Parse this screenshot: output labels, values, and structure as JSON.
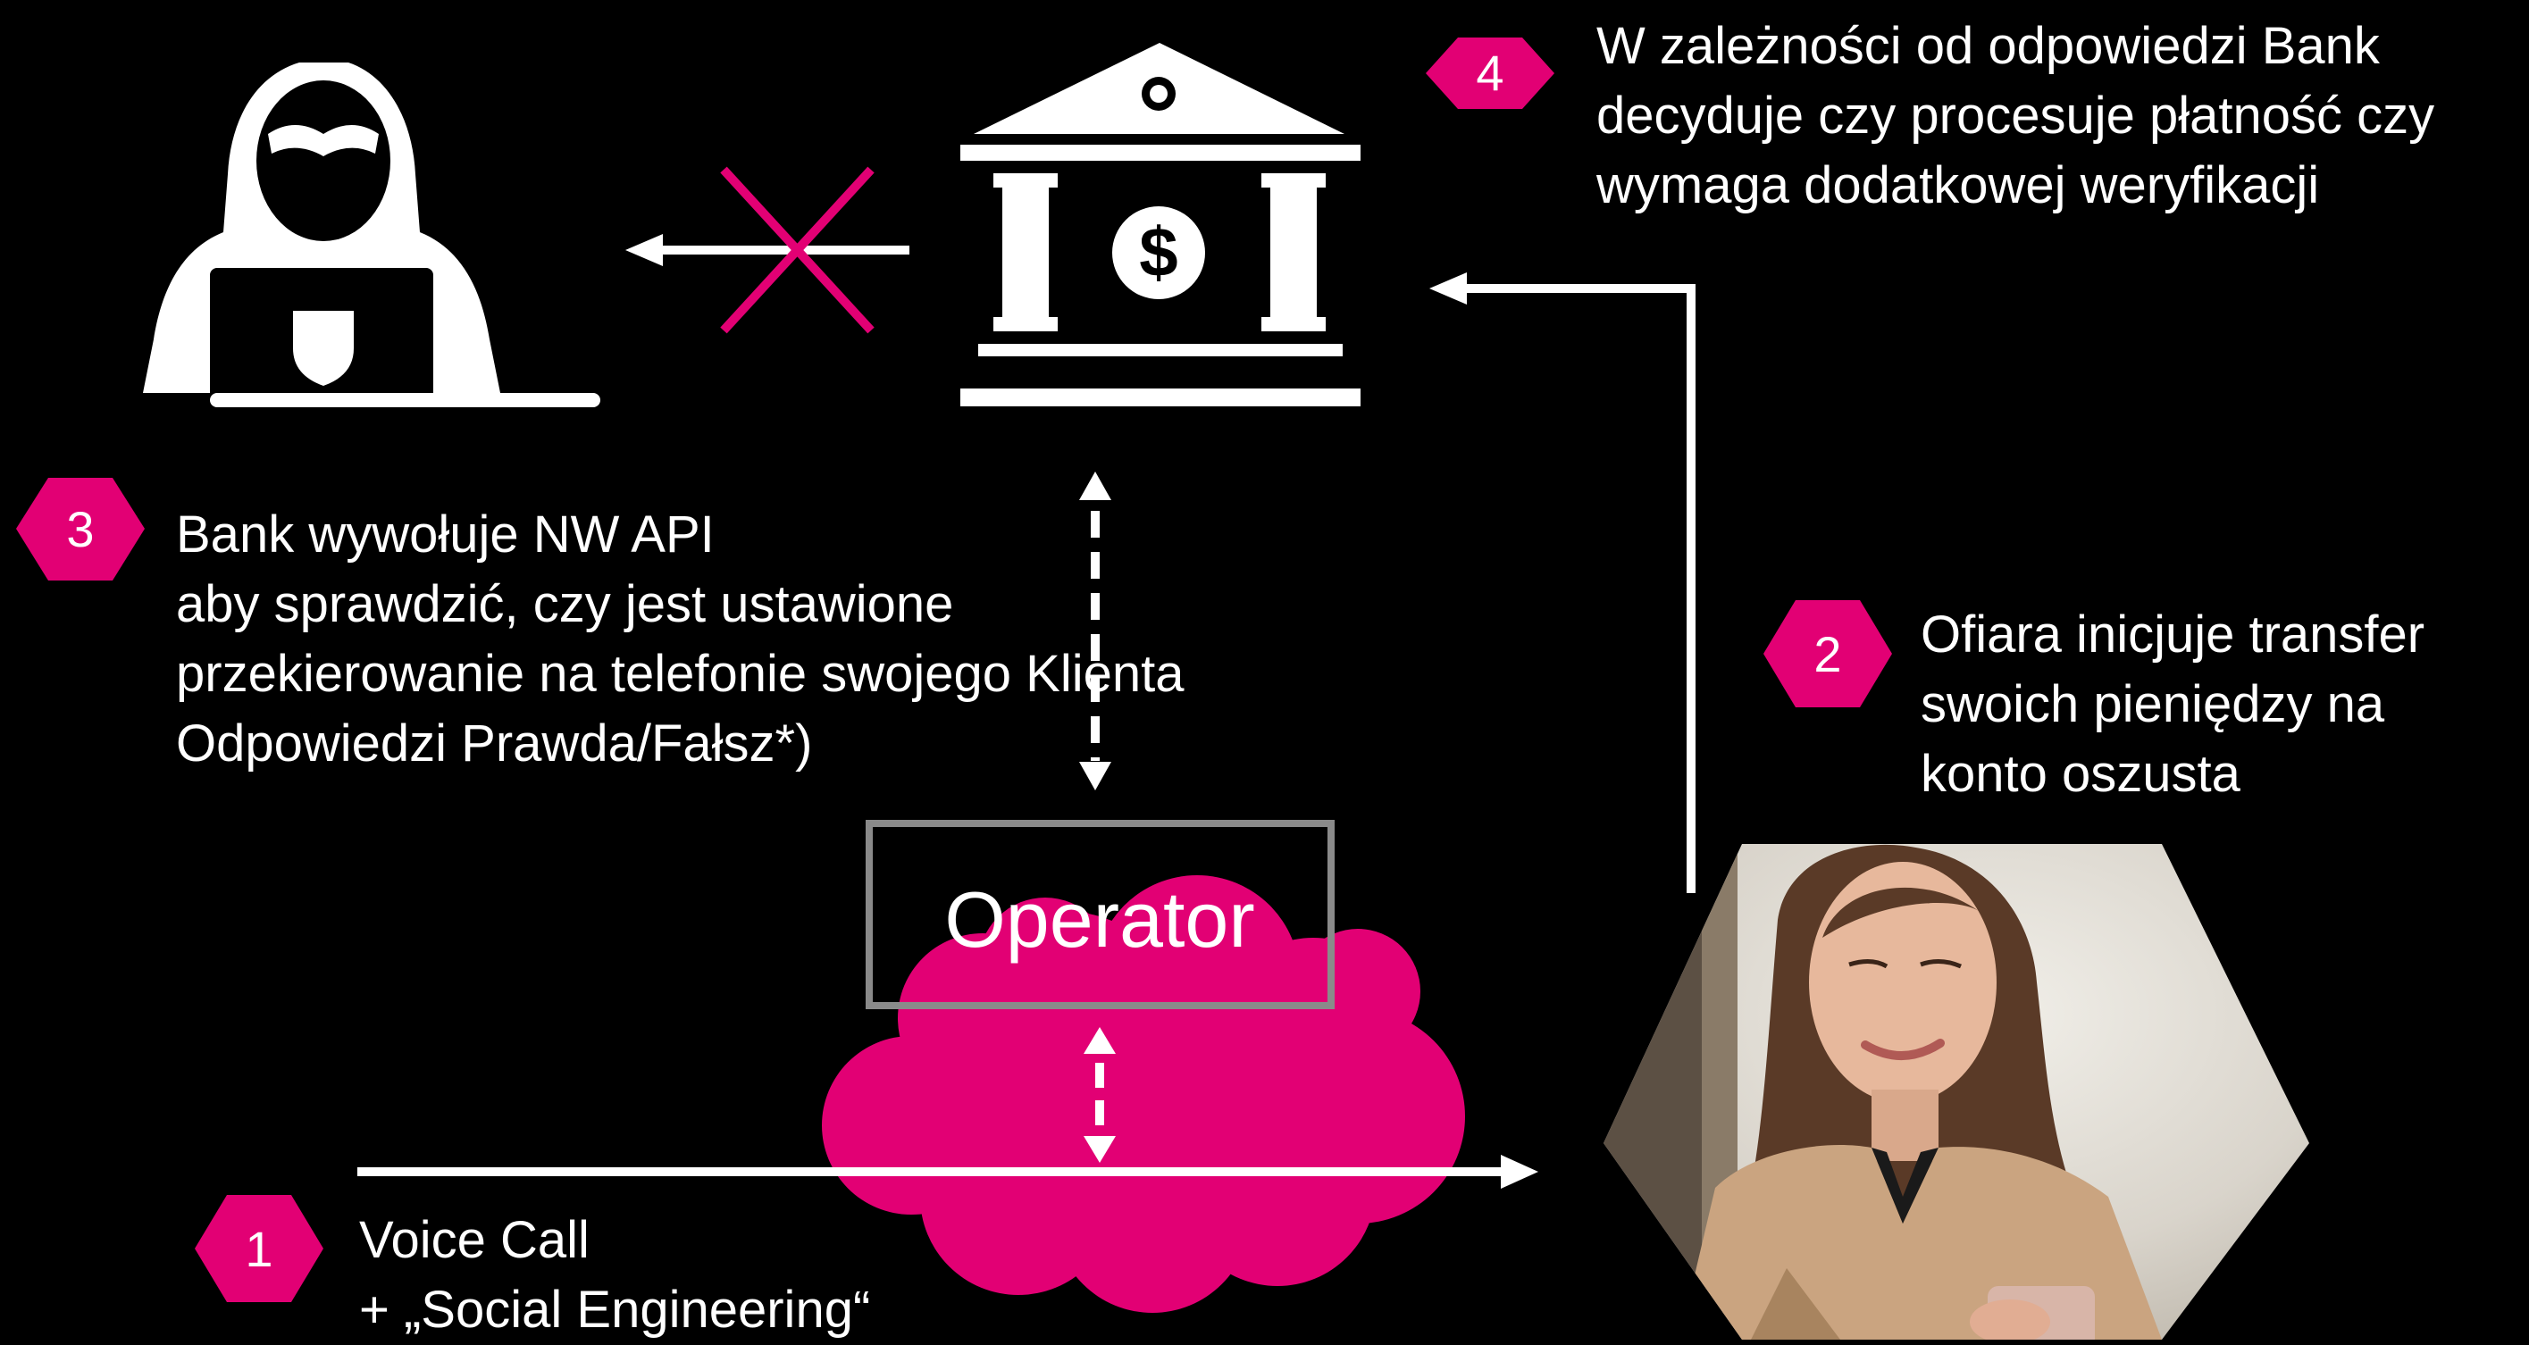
{
  "colors": {
    "background": "#000000",
    "accent": "#e20074",
    "foreground": "#ffffff",
    "operator_box": "#8a8a8a"
  },
  "icons": {
    "hacker": "hacker-icon",
    "bank": "bank-icon",
    "cloud": "cloud-icon",
    "victim": "victim-photo"
  },
  "steps": [
    {
      "number": "1",
      "lines": [
        "Voice Call",
        "+ „Social Engineering“"
      ]
    },
    {
      "number": "2",
      "lines": [
        "Ofiara inicjuje transfer",
        "swoich pieniędzy na",
        "konto oszusta"
      ]
    },
    {
      "number": "3",
      "lines": [
        "Bank wywołuje NW  API",
        "aby sprawdzić, czy jest ustawione",
        "przekierowanie na telefonie swojego Klienta",
        "Odpowiedzi  Prawda/Fałsz*)"
      ]
    },
    {
      "number": "4",
      "lines": [
        "W zależności od odpowiedzi Bank",
        "decyduje czy procesuje płatność czy",
        "wymaga dodatkowej weryfikacji"
      ]
    }
  ],
  "operator": {
    "label": "Operator"
  }
}
